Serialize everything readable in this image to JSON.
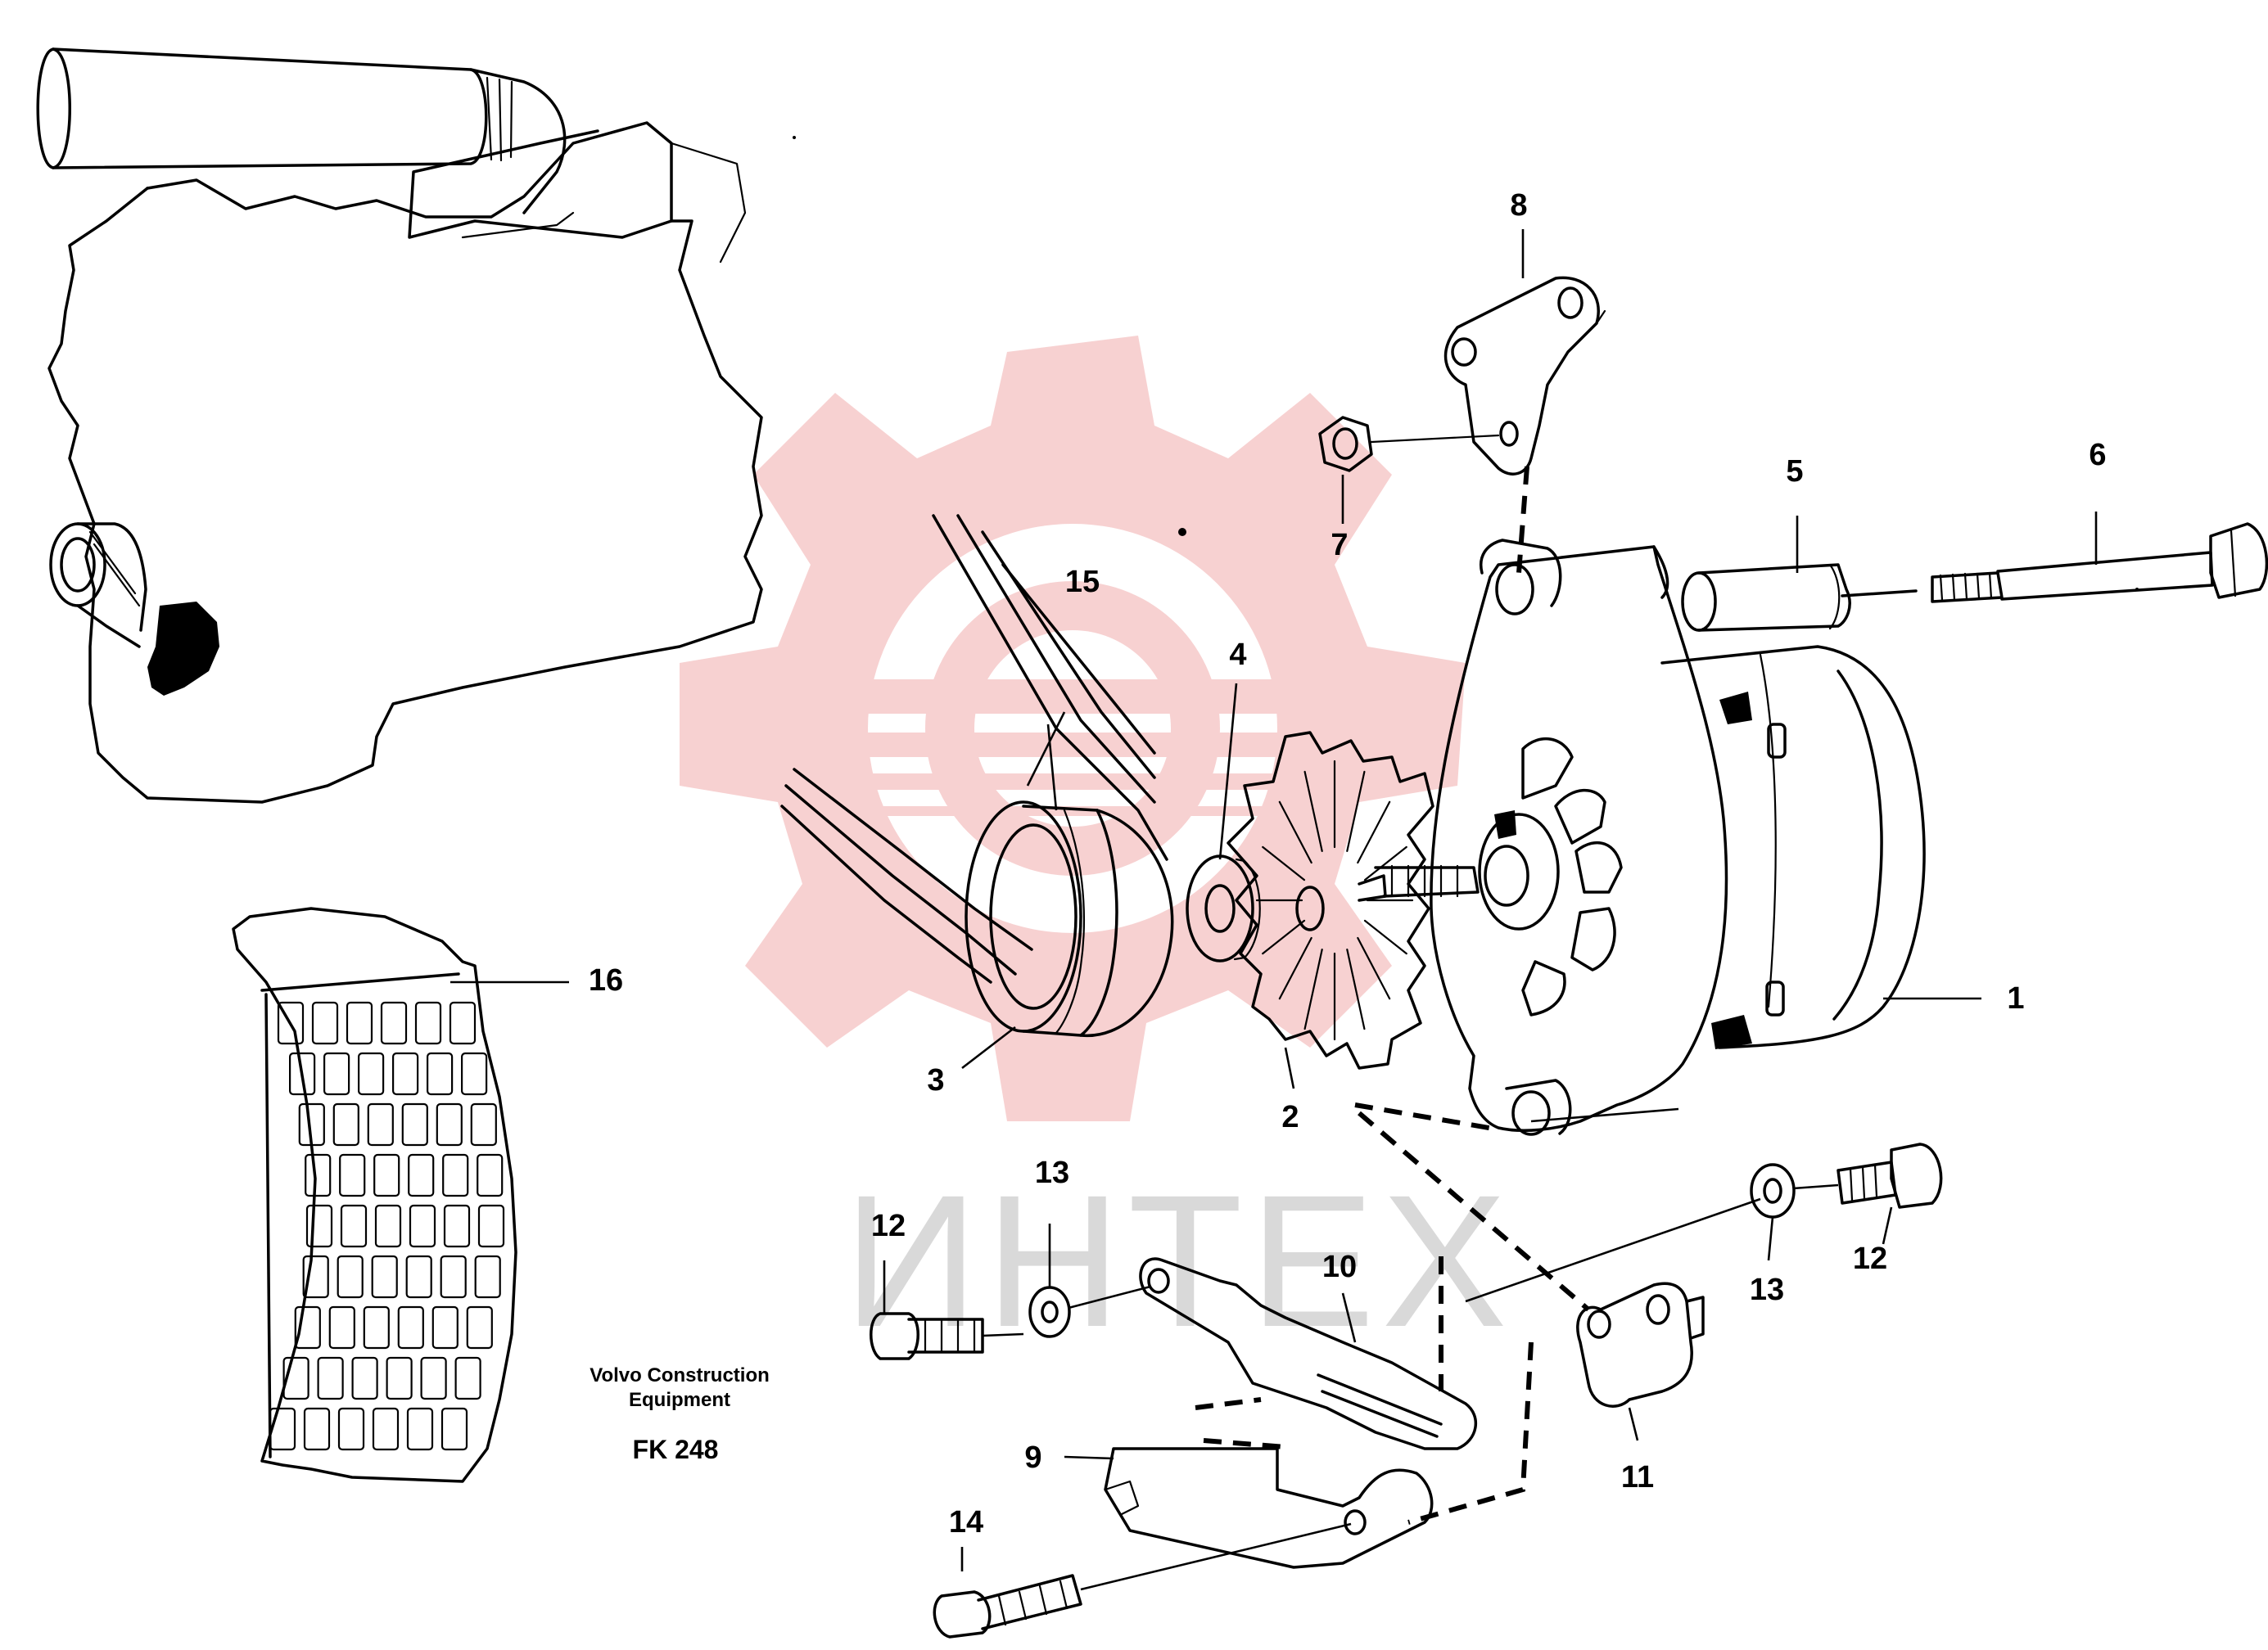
{
  "watermark": {
    "text": "ИНТЕХ",
    "gear_color": "#f6c9c9",
    "text_color": "#d9d9d9"
  },
  "caption": {
    "line1": "Volvo Construction",
    "line2": "Equipment",
    "code": "FK 248"
  },
  "parts": [
    {
      "id": "p1",
      "label": "1"
    },
    {
      "id": "p2",
      "label": "2"
    },
    {
      "id": "p3",
      "label": "3"
    },
    {
      "id": "p4",
      "label": "4"
    },
    {
      "id": "p5",
      "label": "5"
    },
    {
      "id": "p6",
      "label": "6"
    },
    {
      "id": "p7",
      "label": "7"
    },
    {
      "id": "p8",
      "label": "8"
    },
    {
      "id": "p9",
      "label": "9"
    },
    {
      "id": "p10",
      "label": "10"
    },
    {
      "id": "p11",
      "label": "11"
    },
    {
      "id": "p12a",
      "label": "12"
    },
    {
      "id": "p12b",
      "label": "12"
    },
    {
      "id": "p13a",
      "label": "13"
    },
    {
      "id": "p13b",
      "label": "13"
    },
    {
      "id": "p14",
      "label": "14"
    },
    {
      "id": "p15",
      "label": "15"
    },
    {
      "id": "p16",
      "label": "16"
    }
  ]
}
